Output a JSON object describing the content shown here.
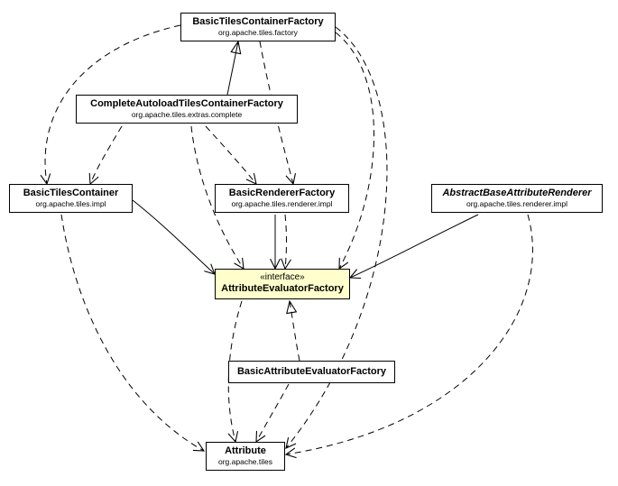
{
  "diagram": {
    "type": "uml-class-diagram",
    "subject": "AttributeEvaluatorFactory"
  },
  "colors": {
    "background": "#ffffff",
    "node_fill": "#ffffff",
    "highlight_fill": "#ffffcc",
    "line": "#000000"
  },
  "nodes": {
    "btcf": {
      "name": "BasicTilesContainerFactory",
      "package": "org.apache.tiles.factory"
    },
    "catcf": {
      "name": "CompleteAutoloadTilesContainerFactory",
      "package": "org.apache.tiles.extras.complete"
    },
    "btc": {
      "name": "BasicTilesContainer",
      "package": "org.apache.tiles.impl"
    },
    "brf": {
      "name": "BasicRendererFactory",
      "package": "org.apache.tiles.renderer.impl"
    },
    "abar": {
      "name": "AbstractBaseAttributeRenderer",
      "package": "org.apache.tiles.renderer.impl"
    },
    "aef": {
      "stereotype": "«interface»",
      "name": "AttributeEvaluatorFactory"
    },
    "baef": {
      "name": "BasicAttributeEvaluatorFactory"
    },
    "att": {
      "name": "Attribute",
      "package": "org.apache.tiles"
    }
  },
  "edges": [
    {
      "from": "CompleteAutoloadTilesContainerFactory",
      "to": "BasicTilesContainerFactory",
      "type": "generalization",
      "style": "solid-hollow-triangle"
    },
    {
      "from": "BasicAttributeEvaluatorFactory",
      "to": "AttributeEvaluatorFactory",
      "type": "realization",
      "style": "dashed-hollow-triangle"
    },
    {
      "from": "BasicTilesContainer",
      "to": "AttributeEvaluatorFactory",
      "type": "association",
      "style": "solid-open-arrow"
    },
    {
      "from": "AbstractBaseAttributeRenderer",
      "to": "AttributeEvaluatorFactory",
      "type": "association",
      "style": "solid-open-arrow"
    },
    {
      "from": "BasicRendererFactory",
      "to": "AttributeEvaluatorFactory",
      "type": "association",
      "style": "solid-open-arrow"
    },
    {
      "from": "BasicTilesContainerFactory",
      "to": "BasicTilesContainer",
      "type": "dependency",
      "style": "dashed-open-arrow"
    },
    {
      "from": "CompleteAutoloadTilesContainerFactory",
      "to": "BasicTilesContainer",
      "type": "dependency",
      "style": "dashed-open-arrow"
    },
    {
      "from": "BasicTilesContainerFactory",
      "to": "BasicRendererFactory",
      "type": "dependency",
      "style": "dashed-open-arrow"
    },
    {
      "from": "CompleteAutoloadTilesContainerFactory",
      "to": "BasicRendererFactory",
      "type": "dependency",
      "style": "dashed-open-arrow"
    },
    {
      "from": "BasicTilesContainerFactory",
      "to": "AttributeEvaluatorFactory",
      "type": "dependency",
      "style": "dashed-open-arrow"
    },
    {
      "from": "CompleteAutoloadTilesContainerFactory",
      "to": "AttributeEvaluatorFactory",
      "type": "dependency",
      "style": "dashed-open-arrow"
    },
    {
      "from": "BasicRendererFactory",
      "to": "AttributeEvaluatorFactory",
      "type": "dependency",
      "style": "dashed-open-arrow"
    },
    {
      "from": "BasicTilesContainer",
      "to": "Attribute",
      "type": "dependency",
      "style": "dashed-open-arrow"
    },
    {
      "from": "AttributeEvaluatorFactory",
      "to": "Attribute",
      "type": "dependency",
      "style": "dashed-open-arrow"
    },
    {
      "from": "BasicAttributeEvaluatorFactory",
      "to": "Attribute",
      "type": "dependency",
      "style": "dashed-open-arrow"
    },
    {
      "from": "AbstractBaseAttributeRenderer",
      "to": "Attribute",
      "type": "dependency",
      "style": "dashed-open-arrow"
    },
    {
      "from": "BasicTilesContainerFactory",
      "to": "Attribute",
      "type": "dependency",
      "style": "dashed-open-arrow"
    }
  ]
}
